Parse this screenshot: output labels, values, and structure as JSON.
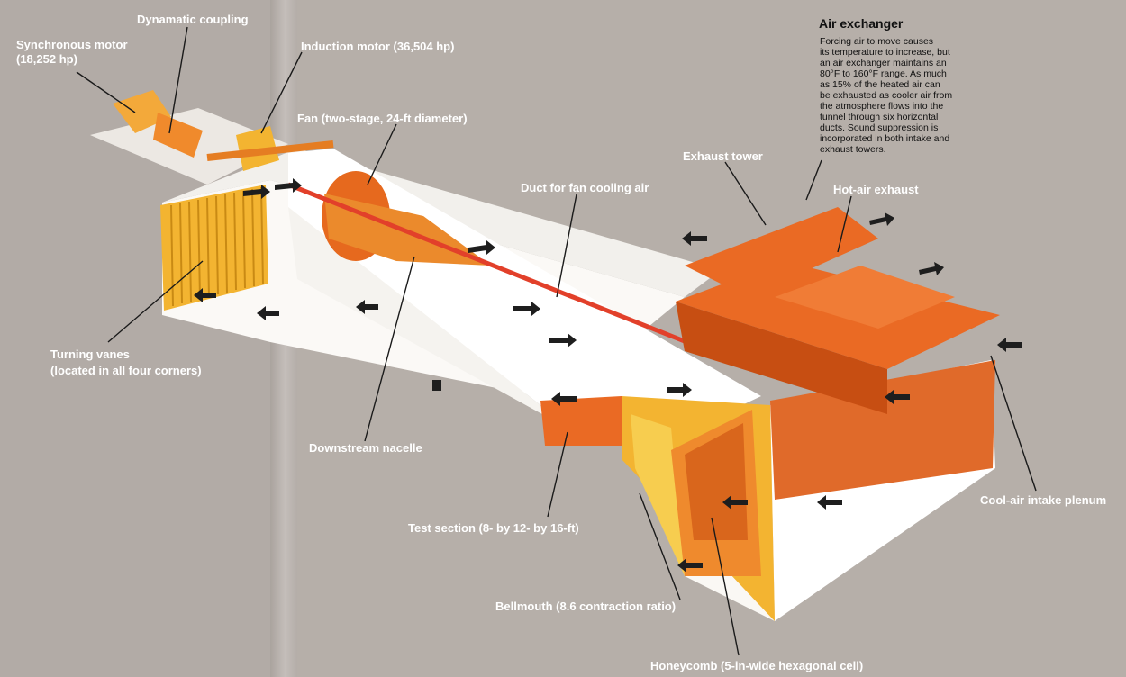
{
  "labels": {
    "synchronous_motor": "Synchronous motor\n(18,252 hp)",
    "dynamatic_coupling": "Dynamatic coupling",
    "induction_motor": "Induction motor (36,504 hp)",
    "fan": "Fan (two-stage, 24-ft diameter)",
    "duct": "Duct for fan cooling air",
    "exhaust_tower": "Exhaust tower",
    "hot_air_exhaust": "Hot-air exhaust",
    "turning_vanes": "Turning vanes\n(located in all four corners)",
    "downstream_nacelle": "Downstream nacelle",
    "test_section": "Test section (8- by 12- by 16-ft)",
    "bellmouth": "Bellmouth (8.6 contraction ratio)",
    "honeycomb": "Honeycomb (5-in-wide hexagonal cell)",
    "cool_air_intake": "Cool-air intake plenum"
  },
  "air_exchanger": {
    "title": "Air exchanger",
    "text": "Forcing air to move causes\nits temperature to increase, but\nan air exchanger maintains an\n80°F to 160°F range. As much\nas 15% of the heated air can\nbe exhausted as cooler air from\nthe atmosphere flows into the\ntunnel through six horizontal\nducts. Sound suppression is\nincorporated in both intake and\nexhaust towers."
  },
  "colors": {
    "background": "#b2aba6",
    "tunnel_wall": "#ffffff",
    "orange": "#ea6a24",
    "orange_dark": "#c74e12",
    "yellow": "#f3b431",
    "yellow_light": "#f7cd4f",
    "duct_red": "#e2402a",
    "arrow": "#1e1e1e",
    "label_text": "#ffffff"
  }
}
